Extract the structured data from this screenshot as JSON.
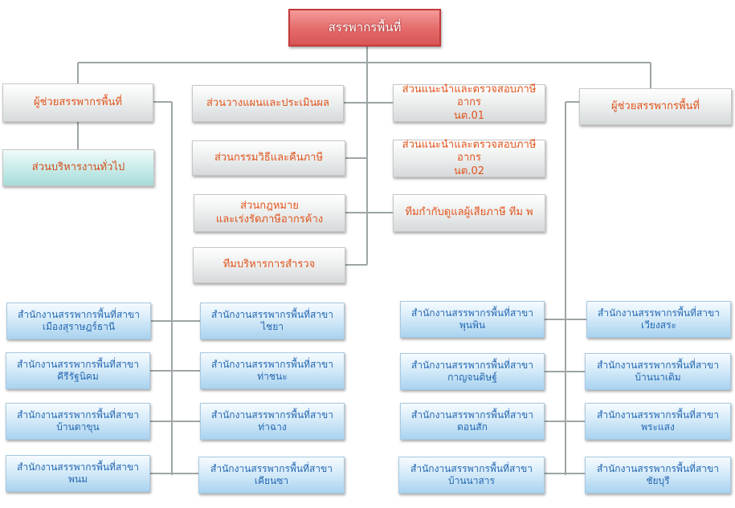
{
  "top": "สรรพากรพื้นที่",
  "deputy_left": "ผู้ช่วยสรรพากรพื้นที่",
  "deputy_right": "ผู้ช่วยสรรพากรพื้นที่",
  "general_admin": "ส่วนบริหารงานทั่วไป",
  "sections_left": [
    "ส่วนวางแผนและประเมินผล",
    "ส่วนกรรมวิธีและคืนภาษี",
    "ส่วนกฎหมาย\nและเร่งรัดภาษีอากรค้าง",
    "ทีมบริหารการสำรวจ"
  ],
  "sections_right": [
    "ส่วนแนะนำและตรวจสอบภาษีอากร\nนต.01",
    "ส่วนแนะนำและตรวจสอบภาษีอากร\nนต.02",
    "ทีมกำกับดูแลผู้เสียภาษี ทีม พ"
  ],
  "branches": {
    "col1": [
      "สำนักงานสรรพากรพื้นที่สาขา\nเมืองสุราษฎร์ธานี",
      "สำนักงานสรรพากรพื้นที่สาขา\nคีรีรัฐนิคม",
      "สำนักงานสรรพากรพื้นที่สาขา\nบ้านตาขุน",
      "สำนักงานสรรพากรพื้นที่สาขา\nพนม"
    ],
    "col2": [
      "สำนักงานสรรพากรพื้นที่สาขา\nไชยา",
      "สำนักงานสรรพากรพื้นที่สาขา\nท่าชนะ",
      "สำนักงานสรรพากรพื้นที่สาขา\nท่าฉาง",
      "สำนักงานสรรพากรพื้นที่สาขา\nเคียนซา"
    ],
    "col3": [
      "สำนักงานสรรพากรพื้นที่สาขา\nพุนพิน",
      "สำนักงานสรรพากรพื้นที่สาขา\nกาญจนดิษฐ์",
      "สำนักงานสรรพากรพื้นที่สาขา\nดอนสัก",
      "สำนักงานสรรพากรพื้นที่สาขา\nบ้านนาสาร"
    ],
    "col4": [
      "สำนักงานสรรพากรพื้นที่สาขา\nเวียงสระ",
      "สำนักงานสรรพากรพื้นที่สาขา\nบ้านนาเดิม",
      "สำนักงานสรรพากรพื้นที่สาขา\nพระแสง",
      "สำนักงานสรรพากรพื้นที่สาขา\nชัยบุรี"
    ]
  }
}
